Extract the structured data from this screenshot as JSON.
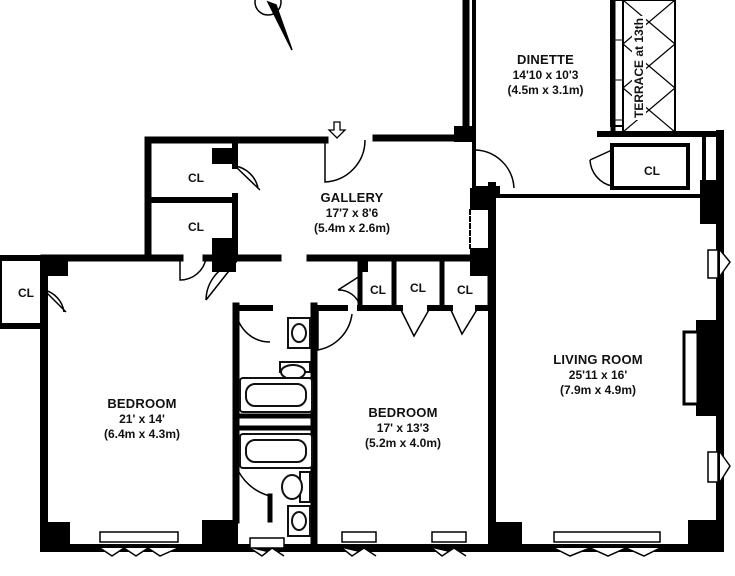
{
  "rooms": {
    "dinette": {
      "name": "DINETTE",
      "dim_imperial": "14'10 x 10'3",
      "dim_metric": "(4.5m x 3.1m)"
    },
    "gallery": {
      "name": "GALLERY",
      "dim_imperial": "17'7 x 8'6",
      "dim_metric": "(5.4m x 2.6m)"
    },
    "living_room": {
      "name": "LIVING ROOM",
      "dim_imperial": "25'11 x 16'",
      "dim_metric": "(7.9m x 4.9m)"
    },
    "bedroom_left": {
      "name": "BEDROOM",
      "dim_imperial": "21' x 14'",
      "dim_metric": "(6.4m x 4.3m)"
    },
    "bedroom_center": {
      "name": "BEDROOM",
      "dim_imperial": "17' x 13'3",
      "dim_metric": "(5.2m x 4.0m)"
    }
  },
  "closets": {
    "label": "CL"
  },
  "terrace": {
    "label": "TERRACE at 13th"
  },
  "colors": {
    "wall": "#000000",
    "fixture": "#111111",
    "background": "#ffffff"
  }
}
